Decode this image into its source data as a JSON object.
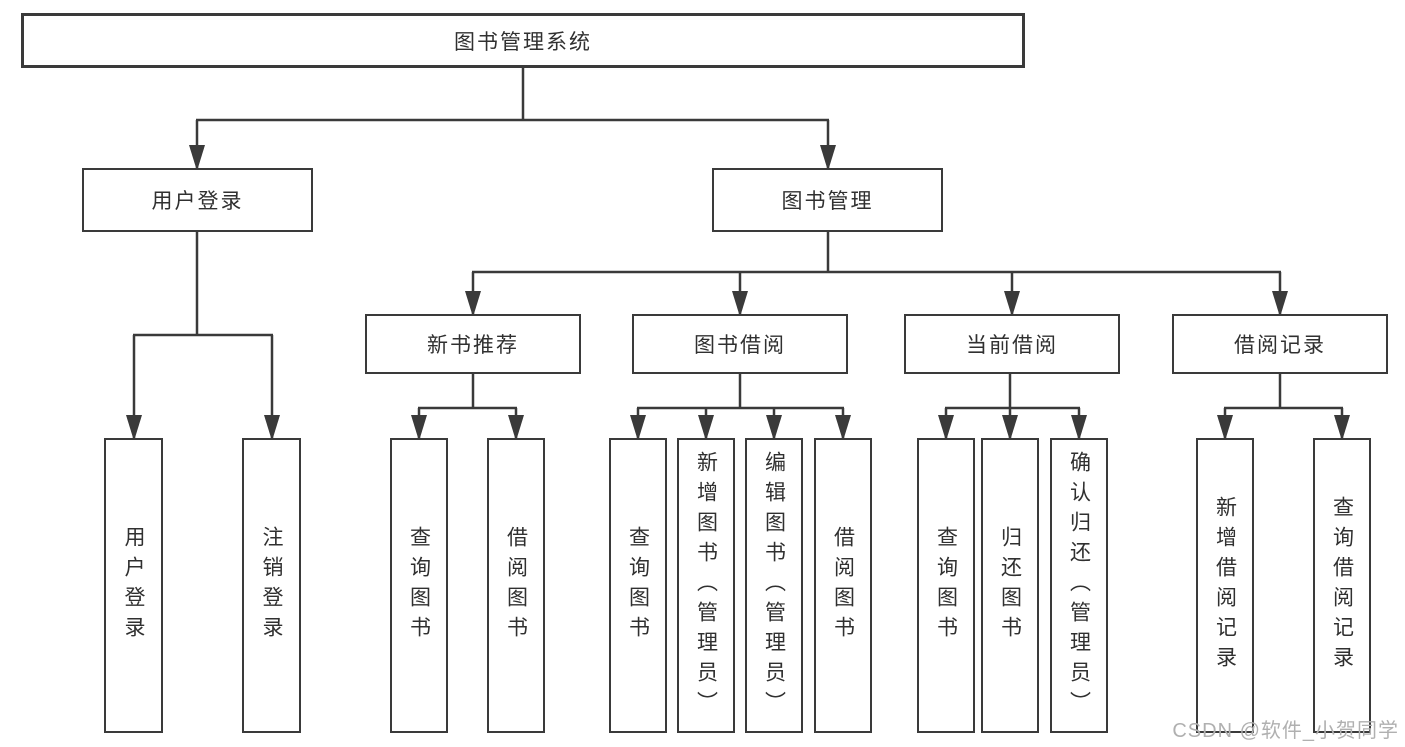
{
  "diagram_title": "图书管理系统",
  "colors": {
    "background": "#ffffff",
    "box_fill": "#ffffff",
    "box_border": "#3a3a3a",
    "line": "#3a3a3a",
    "text": "#303030",
    "watermark_text": "#b0b0b0"
  },
  "tree": {
    "label": "图书管理系统",
    "children": [
      {
        "label": "用户登录",
        "children": [
          {
            "label": "用户登录"
          },
          {
            "label": "注销登录"
          }
        ]
      },
      {
        "label": "图书管理",
        "children": [
          {
            "label": "新书推荐",
            "children": [
              {
                "label": "查询图书"
              },
              {
                "label": "借阅图书"
              }
            ]
          },
          {
            "label": "图书借阅",
            "children": [
              {
                "label": "查询图书"
              },
              {
                "label": "新增图书（管理员）"
              },
              {
                "label": "编辑图书（管理员）"
              },
              {
                "label": "借阅图书"
              }
            ]
          },
          {
            "label": "当前借阅",
            "children": [
              {
                "label": "查询图书"
              },
              {
                "label": "归还图书"
              },
              {
                "label": "确认归还（管理员）"
              }
            ]
          },
          {
            "label": "借阅记录",
            "children": [
              {
                "label": "新增借阅记录"
              },
              {
                "label": "查询借阅记录"
              }
            ]
          }
        ]
      }
    ]
  },
  "watermark": "CSDN @软件_小贺同学"
}
